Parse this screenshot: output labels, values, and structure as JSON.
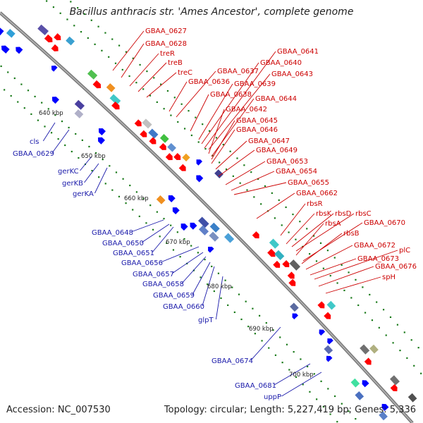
{
  "title": "Bacillus anthracis str. 'Ames Ancestor', complete genome",
  "accession": "Accession: NC_007530",
  "info": "Topology: circular; Length: 5,227,419 bp; Genes: 5,336",
  "colors": {
    "forward": "#ff0000",
    "reverse": "#0000ff",
    "backbone": "#888888",
    "forward_label": "#cc0000",
    "reverse_label": "#1a1aaa",
    "tick": "#1a7a1a"
  },
  "kbp_labels": [
    "640 kbp",
    "650 kbp",
    "660 kbp",
    "670 kbp",
    "680 kbp",
    "690 kbp",
    "700 kbp"
  ],
  "red_labels": [
    "GBAA_0627",
    "GBAA_0628",
    "treR",
    "treB",
    "treC",
    "GBAA_0637",
    "GBAA_0636",
    "GBAA_0641",
    "GBAA_0640",
    "GBAA_0643",
    "GBAA_0639",
    "GBAA_0638",
    "GBAA_0644",
    "GBAA_0642",
    "GBAA_0645",
    "GBAA_0646",
    "GBAA_0647",
    "GBAA_0649",
    "GBAA_0653",
    "GBAA_0654",
    "GBAA_0655",
    "GBAA_0662",
    "rbsR",
    "rbsK",
    "rbsD",
    "rbsC",
    "rbsA",
    "GBAA_0670",
    "rbsB",
    "GBAA_0672",
    "plC",
    "GBAA_0673",
    "GBAA_0676",
    "spH"
  ],
  "blue_labels": [
    "cls",
    "GBAA_0629",
    "gerKC",
    "gerKB",
    "gerKA",
    "GBAA_0648",
    "GBAA_0650",
    "GBAA_0651",
    "GBAA_0656",
    "GBAA_0657",
    "GBAA_0658",
    "GBAA_0659",
    "GBAA_0660",
    "glpT",
    "GBAA_0674",
    "GBAA_0681",
    "uppP"
  ]
}
